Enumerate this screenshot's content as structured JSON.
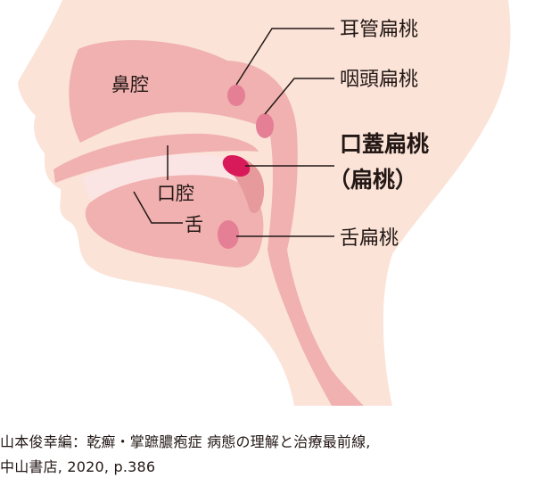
{
  "labels": {
    "nasal_cavity": "鼻腔",
    "oral_cavity": "口腔",
    "tongue": "舌",
    "tubal_tonsil": "耳管扁桃",
    "pharyngeal_tonsil": "咽頭扁桃",
    "palatine_tonsil": "口蓋扁桃",
    "palatine_tonsil_alt": "（扁桃）",
    "lingual_tonsil": "舌扁桃"
  },
  "citation": {
    "line1": "山本俊幸編：乾癬・掌蹠膿疱症 病態の理解と治療最前線,",
    "line2": "中山書店, 2020, p.386"
  },
  "colors": {
    "skin": "#fbe3d8",
    "tissue": "#f0b1b0",
    "tissue_dark": "#e69a9c",
    "cavity": "#fbe4e4",
    "tonsil": "#e57f96",
    "palatine_tonsil": "#d8195a",
    "leader": "#231815"
  }
}
